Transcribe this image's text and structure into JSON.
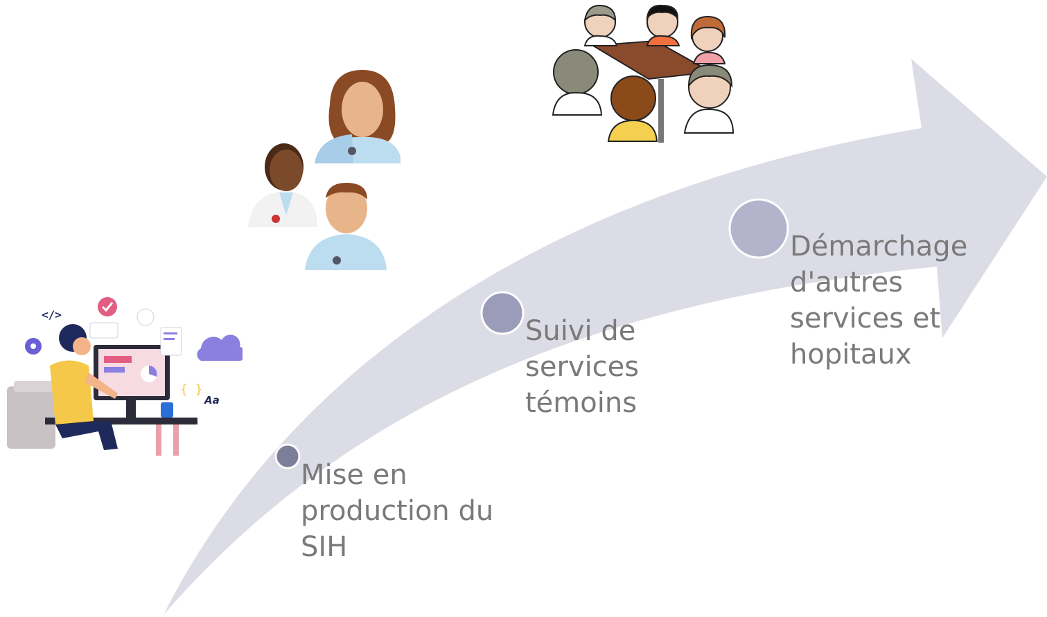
{
  "colors": {
    "arrow_fill": "#dcdce6",
    "dot_small": "#7d7f9a",
    "dot_medium": "#9a9cba",
    "dot_large": "#b3b4cc",
    "label_text": "#7a7a7a"
  },
  "steps": [
    {
      "label": " Mise en\nproduction du\nSIH",
      "dot": "small"
    },
    {
      "label": " Suivi de\nservices\ntémoins",
      "dot": "medium"
    },
    {
      "label": " Démarchage\nd'autres\nservices et\nhopitaux",
      "dot": "large"
    }
  ],
  "illustrations": [
    {
      "name": "developer-at-desk-illustration",
      "icon": "developer-icon"
    },
    {
      "name": "doctors-group-illustration",
      "icon": "doctors-icon"
    },
    {
      "name": "meeting-table-illustration",
      "icon": "meeting-icon"
    }
  ]
}
